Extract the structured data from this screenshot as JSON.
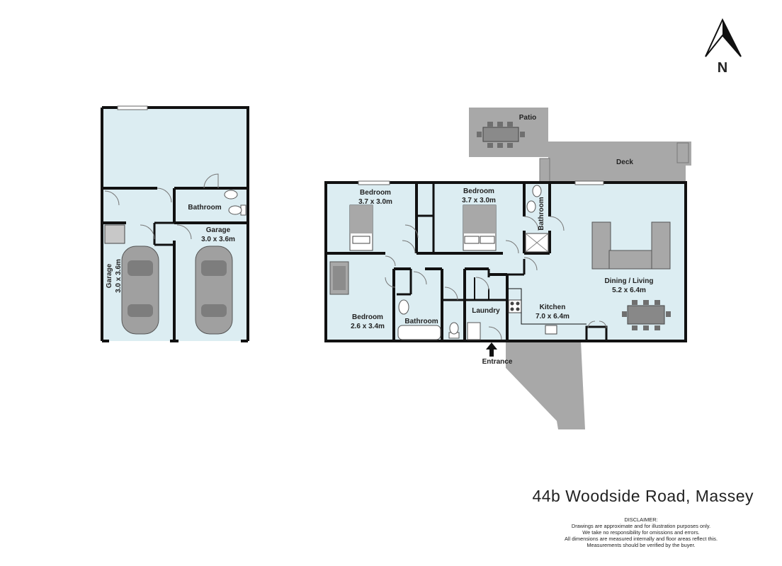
{
  "compass": {
    "label": "N",
    "icon": "north-arrow-icon"
  },
  "colors": {
    "room_fill": "#dcedf2",
    "wall": "#111111",
    "outdoor": "#a8a8a8",
    "furniture": "#9a9a9a"
  },
  "garage_plan": {
    "bathroom": "Bathroom",
    "garage_left": {
      "name": "Garage",
      "size": "3.0 x 3.6m"
    },
    "garage_right": {
      "name": "Garage",
      "size": "3.0 x 3.6m"
    }
  },
  "main_plan": {
    "patio": "Patio",
    "deck": "Deck",
    "bedroom_1": {
      "name": "Bedroom",
      "size": "3.7 x 3.0m"
    },
    "bedroom_2": {
      "name": "Bedroom",
      "size": "3.7 x 3.0m"
    },
    "bedroom_3": {
      "name": "Bedroom",
      "size": "2.6 x 3.4m"
    },
    "ensuite": "Bathroom",
    "bathroom": "Bathroom",
    "laundry": "Laundry",
    "kitchen": {
      "name": "Kitchen",
      "size": "7.0 x 6.4m"
    },
    "dining": {
      "name": "Dining / Living",
      "size": "5.2 x 6.4m"
    },
    "entrance": "Entrance"
  },
  "address": "44b Woodside Road, Massey",
  "disclaimer": {
    "title": "DISCLAIMER:",
    "lines": [
      "Drawings are approximate and for illustration purposes only.",
      "We take no responsibility for omissions and errors.",
      "All dimensions are measured internally and floor areas reflect this.",
      "Measurements should be verified by the buyer."
    ]
  }
}
